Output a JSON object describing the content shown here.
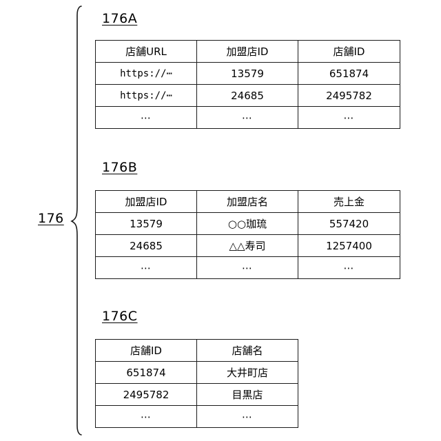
{
  "figure": {
    "group": {
      "label": "176",
      "brace_name": "curly-brace-left"
    },
    "blocks": [
      {
        "id": "176A",
        "label": "176A",
        "columns": [
          "店舗URL",
          "加盟店ID",
          "店舗ID"
        ],
        "rows": [
          [
            "https://⋯",
            "13579",
            "651874"
          ],
          [
            "https://⋯",
            "24685",
            "2495782"
          ],
          [
            "⋯",
            "⋯",
            "⋯"
          ]
        ]
      },
      {
        "id": "176B",
        "label": "176B",
        "columns": [
          "加盟店ID",
          "加盟店名",
          "売上金"
        ],
        "rows": [
          [
            "13579",
            "○○珈琉",
            "557420"
          ],
          [
            "24685",
            "△△寿司",
            "1257400"
          ],
          [
            "⋯",
            "⋯",
            "⋯"
          ]
        ]
      },
      {
        "id": "176C",
        "label": "176C",
        "columns": [
          "店舗ID",
          "店舗名"
        ],
        "rows": [
          [
            "651874",
            "大井町店"
          ],
          [
            "2495782",
            "目黒店"
          ],
          [
            "⋯",
            "⋯"
          ]
        ]
      }
    ]
  },
  "colors": {
    "line": "#1a1a1a",
    "background": "#ffffff",
    "text": "#000000"
  }
}
